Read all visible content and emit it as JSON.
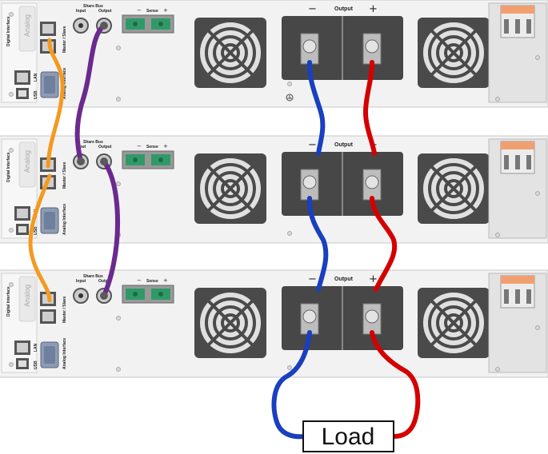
{
  "units": [
    {
      "id": "top",
      "brand_text": "Analog",
      "side_label": "Digital Interface",
      "sharebus_title": "Share Bus",
      "sharebus_input": "Input",
      "sharebus_output": "Output",
      "sense_label": "Sense",
      "sense_minus": "−",
      "sense_plus": "+",
      "output_label": "Output",
      "output_minus": "−",
      "output_plus": "+",
      "lan_label": "LAN",
      "usb_label": "USB",
      "master_slave_label": "Master / Slave",
      "analog_interface_label": "Analog Interface"
    },
    {
      "id": "middle",
      "brand_text": "Analog",
      "side_label": "Digital Interface",
      "sharebus_title": "Share Bus",
      "sharebus_input": "Input",
      "sharebus_output": "Output",
      "sense_label": "Sense",
      "sense_minus": "−",
      "sense_plus": "+",
      "output_label": "Output",
      "output_minus": "−",
      "output_plus": "+",
      "lan_label": "LAN",
      "usb_label": "USB",
      "master_slave_label": "Master / Slave",
      "analog_interface_label": "Analog Interface"
    },
    {
      "id": "bottom",
      "brand_text": "Analog",
      "side_label": "Digital Interface",
      "sharebus_title": "Share Bus",
      "sharebus_input": "Input",
      "sharebus_output": "Output",
      "sense_label": "Sense",
      "sense_minus": "−",
      "sense_plus": "+",
      "output_label": "Output",
      "output_minus": "−",
      "output_plus": "+",
      "lan_label": "LAN",
      "usb_label": "USB",
      "master_slave_label": "Master / Slave",
      "analog_interface_label": "Analog Interface"
    }
  ],
  "load": {
    "label": "Load"
  },
  "colors": {
    "chassis": "#f2f2f2",
    "chassis_border": "#c8c8c8",
    "output_block": "#474747",
    "cable_negative": "#1a3fbf",
    "cable_positive": "#d40000",
    "cable_master_slave": "#f39a20",
    "cable_share_bus": "#6a2a8e",
    "sense_connector": "#2f9a68",
    "terminal_block": "#f0a070"
  },
  "icons": {
    "fan": "fan-grille-icon",
    "ground": "ground-icon",
    "bnc": "bnc-connector-icon",
    "rj45": "rj45-port-icon",
    "usb": "usb-port-icon",
    "dsub": "dsub-connector-icon"
  }
}
